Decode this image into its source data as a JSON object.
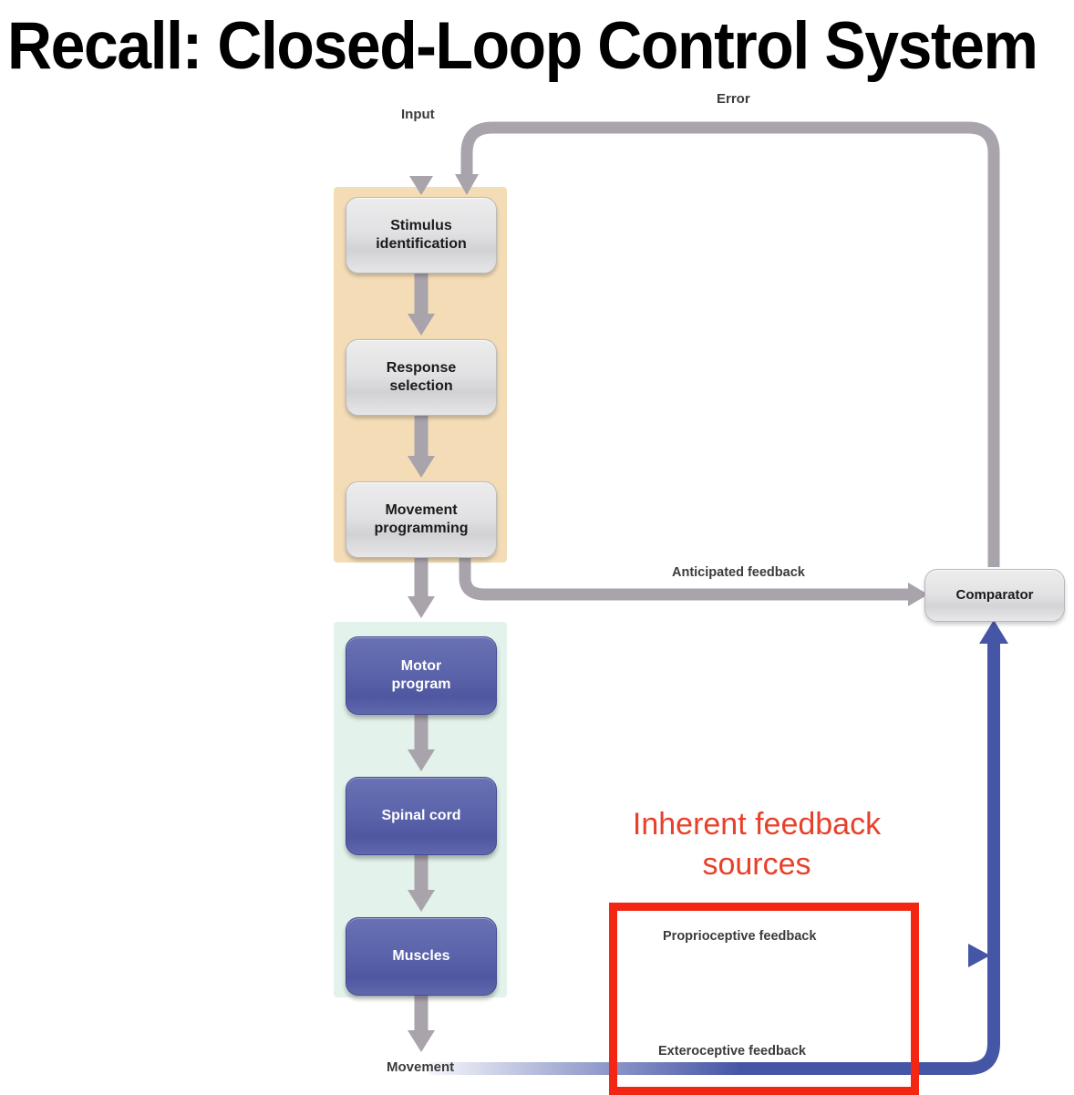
{
  "slide": {
    "title": "Recall: Closed-Loop Control System"
  },
  "annotation": {
    "line1": "Inherent feedback",
    "line2": "sources",
    "color": "#e8402a"
  },
  "colors": {
    "cognitive_panel": "#f4ddb6",
    "motor_panel": "#e3f2ea",
    "blue_node": "#5a62aa",
    "grey_arrow": "#a9a3ac",
    "blue_arrow": "#4656a6",
    "red_highlight": "#f22613",
    "title_text": "#000000"
  },
  "diagram": {
    "type": "closed-loop-control-flowchart",
    "cognitive_stage_nodes": [
      {
        "id": "stimulus-identification",
        "label": "Stimulus\nidentification",
        "line1": "Stimulus",
        "line2": "identification",
        "style": "grey"
      },
      {
        "id": "response-selection",
        "label": "Response\nselection",
        "line1": "Response",
        "line2": "selection",
        "style": "grey"
      },
      {
        "id": "movement-programming",
        "label": "Movement\nprogramming",
        "line1": "Movement",
        "line2": "programming",
        "style": "grey"
      }
    ],
    "motor_stage_nodes": [
      {
        "id": "motor-program",
        "label": "Motor\nprogram",
        "line1": "Motor",
        "line2": "program",
        "style": "blue"
      },
      {
        "id": "spinal-cord",
        "label": "Spinal cord",
        "line1": "Spinal cord",
        "line2": "",
        "style": "blue"
      },
      {
        "id": "muscles",
        "label": "Muscles",
        "line1": "Muscles",
        "line2": "",
        "style": "blue"
      }
    ],
    "comparator": {
      "id": "comparator",
      "label": "Comparator",
      "style": "grey"
    },
    "flow_labels": {
      "input": "Input",
      "error": "Error",
      "anticipated_feedback": "Anticipated feedback",
      "proprioceptive_feedback": "Proprioceptive feedback",
      "exteroceptive_feedback": "Exteroceptive feedback",
      "movement": "Movement"
    }
  }
}
